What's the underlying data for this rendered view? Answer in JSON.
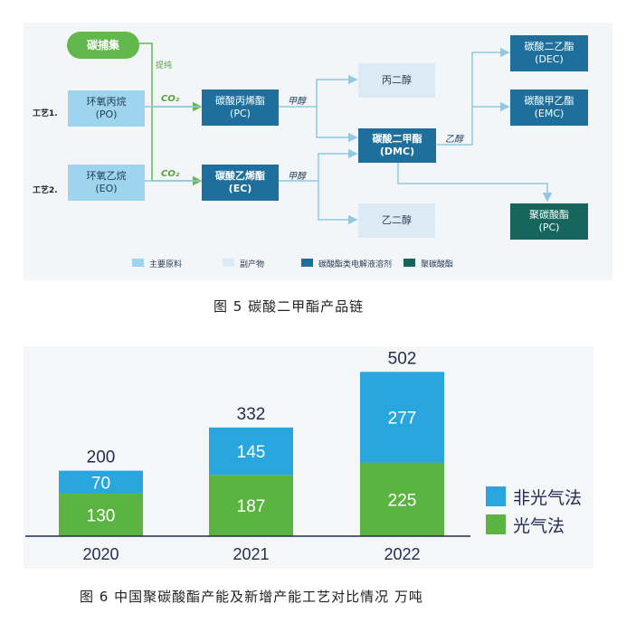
{
  "fig5": {
    "carbon_capture": "碳捕集",
    "purify": "提纯",
    "process1": "工艺1.",
    "process2": "工艺2.",
    "co2": "CO₂",
    "methanol": "甲醇",
    "ethanol": "乙醇",
    "po": {
      "line1": "环氧丙烷",
      "line2": "(PO)"
    },
    "eo": {
      "line1": "环氧乙烷",
      "line2": "(EO)"
    },
    "pc_ester": {
      "line1": "碳酸丙烯酯",
      "line2": "(PC)"
    },
    "ec": {
      "line1": "碳酸乙烯酯",
      "line2": "(EC)"
    },
    "propylene_glycol": "丙二醇",
    "ethylene_glycol": "乙二醇",
    "dmc": {
      "line1": "碳酸二甲酯",
      "line2": "(DMC)"
    },
    "dec": {
      "line1": "碳酸二乙酯",
      "line2": "(DEC)"
    },
    "emc": {
      "line1": "碳酸甲乙酯",
      "line2": "(EMC)"
    },
    "polycarbonate": {
      "line1": "聚碳酸酯",
      "line2": "(PC)"
    },
    "legend": [
      "主要原料",
      "副产物",
      "碳酸酯类电解液溶剂",
      "聚碳酸酯"
    ],
    "colors": {
      "raw": "#9fd4ee",
      "byproduct": "#dbeaf5",
      "solvent": "#1f6f9c",
      "polymer": "#16665e",
      "green": "#62b84c"
    },
    "caption": "图 5  碳酸二甲酯产品链"
  },
  "chart_data": {
    "type": "bar",
    "stacked": true,
    "categories": [
      "2020",
      "2021",
      "2022"
    ],
    "series": [
      {
        "name": "光气法",
        "values": [
          130,
          187,
          225
        ],
        "color": "#5bb342"
      },
      {
        "name": "非光气法",
        "values": [
          70,
          145,
          277
        ],
        "color": "#2aa6df"
      }
    ],
    "totals": [
      200,
      332,
      502
    ],
    "legend_position": "right",
    "grid": false
  },
  "fig6_caption": "图 6  中国聚碳酸酯产能及新增产能工艺对比情况   万吨"
}
